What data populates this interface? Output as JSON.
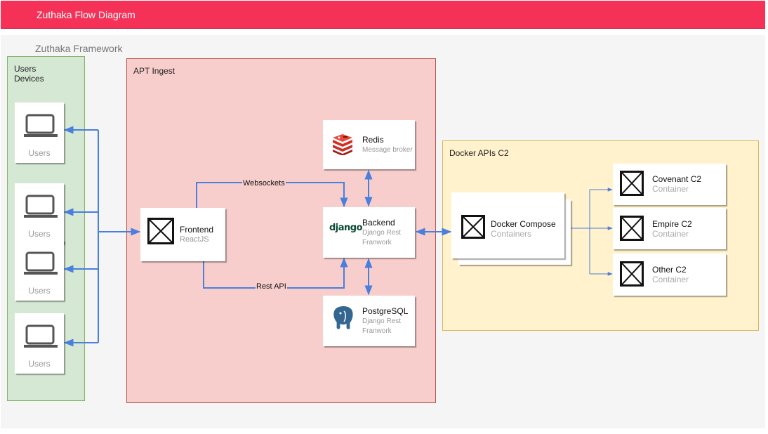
{
  "header": {
    "title": "Zuthaka Flow Diagram",
    "color": "#f53157"
  },
  "framework_label": "Zuthaka Framework",
  "zones": {
    "users": {
      "label_line1": "Users",
      "label_line2": "Devices",
      "color": "#d5e8d4"
    },
    "apt": {
      "label": "APT Ingest",
      "color": "#f8cecc"
    },
    "docker": {
      "label": "Docker APIs C2",
      "color": "#fff2cc"
    }
  },
  "users": [
    {
      "label": "Users",
      "icon": "laptop-icon"
    },
    {
      "label": "Users",
      "icon": "laptop-icon"
    },
    {
      "label": "Users",
      "icon": "laptop-icon"
    },
    {
      "label": "Users",
      "icon": "laptop-icon"
    }
  ],
  "nodes": {
    "frontend": {
      "title": "Frontend",
      "subtitle": "ReactJS",
      "icon": "placeholder-image-icon"
    },
    "redis": {
      "title": "Redis",
      "subtitle": "Message broker",
      "icon": "redis-logo-icon"
    },
    "backend": {
      "title": "Backend",
      "subtitle_line1": "Django Rest",
      "subtitle_line2": "Franwork",
      "icon_text": "django"
    },
    "postgres": {
      "title": "PostgreSQL",
      "subtitle_line1": "Django Rest",
      "subtitle_line2": "Franwork",
      "icon": "postgresql-elephant-icon"
    },
    "compose": {
      "title": "Docker Compose",
      "subtitle": "Containers",
      "icon": "placeholder-image-icon"
    },
    "covenant": {
      "title": "Covenant C2",
      "subtitle": "Container",
      "icon": "placeholder-image-icon"
    },
    "empire": {
      "title": "Empire C2",
      "subtitle": "Container",
      "icon": "placeholder-image-icon"
    },
    "other": {
      "title": "Other C2",
      "subtitle": "Container",
      "icon": "placeholder-image-icon"
    }
  },
  "edges": {
    "websockets": "Websockets",
    "rest_api": "Rest API",
    "color": "#4a7fdc"
  }
}
